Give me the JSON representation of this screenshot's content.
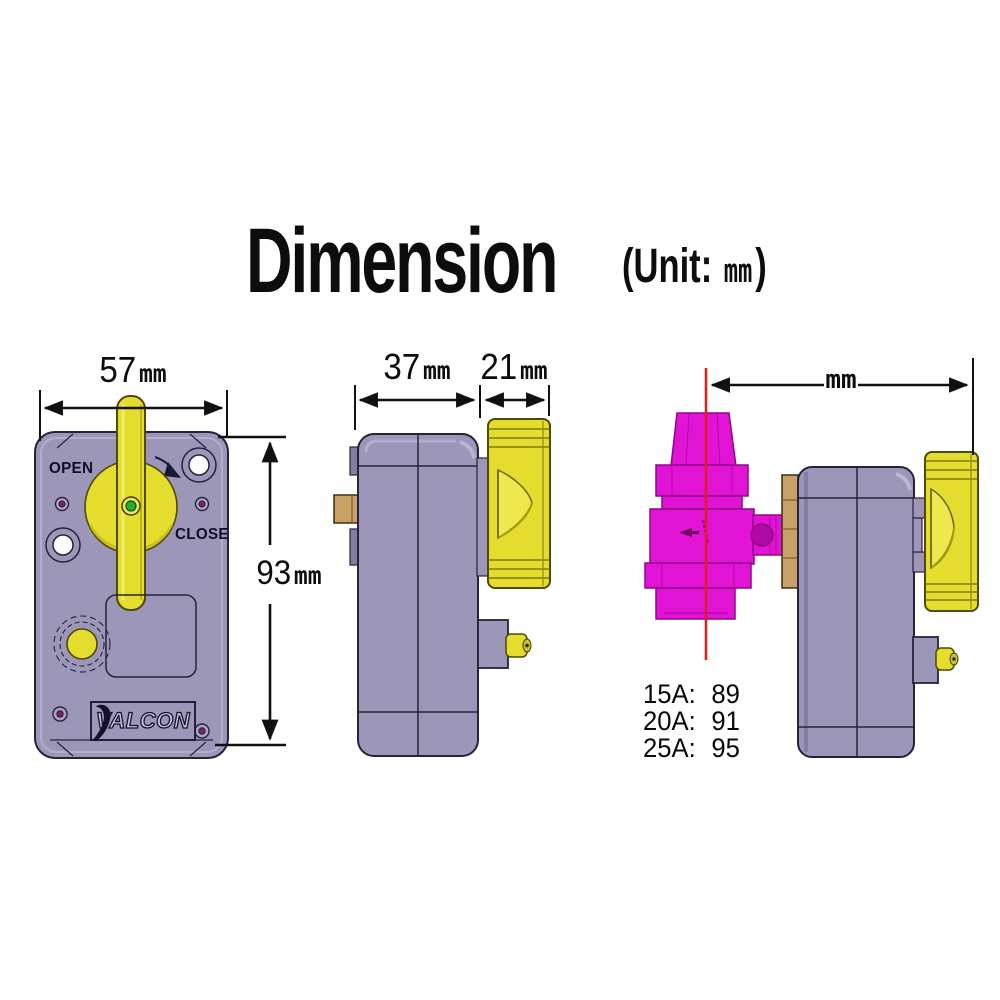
{
  "title": {
    "text": "Dimension",
    "unit_prefix": "(Unit:",
    "unit_value": "mm",
    "unit_suffix": ")"
  },
  "front_view": {
    "open_label": "OPEN",
    "close_label": "CLOSE",
    "brand": "VALCON",
    "width_dim": {
      "value": "57",
      "unit": "mm"
    },
    "height_dim": {
      "value": "93",
      "unit": "mm"
    }
  },
  "side_view": {
    "body_depth_dim": {
      "value": "37",
      "unit": "mm"
    },
    "handle_depth_dim": {
      "value": "21",
      "unit": "mm"
    }
  },
  "assembly_view": {
    "length_dim_unit": "mm",
    "length_by_size": [
      {
        "label": "15A:",
        "value": "89"
      },
      {
        "label": "20A:",
        "value": "91"
      },
      {
        "label": "25A:",
        "value": "95"
      }
    ]
  },
  "colors": {
    "actuator_body": "#9c96b9",
    "handle_yellow": "#e4dd2e",
    "valve_magenta": "#e113d4",
    "brass_tan": "#c8a169",
    "centerline_red": "#e02020",
    "dimension_black": "#111111"
  }
}
